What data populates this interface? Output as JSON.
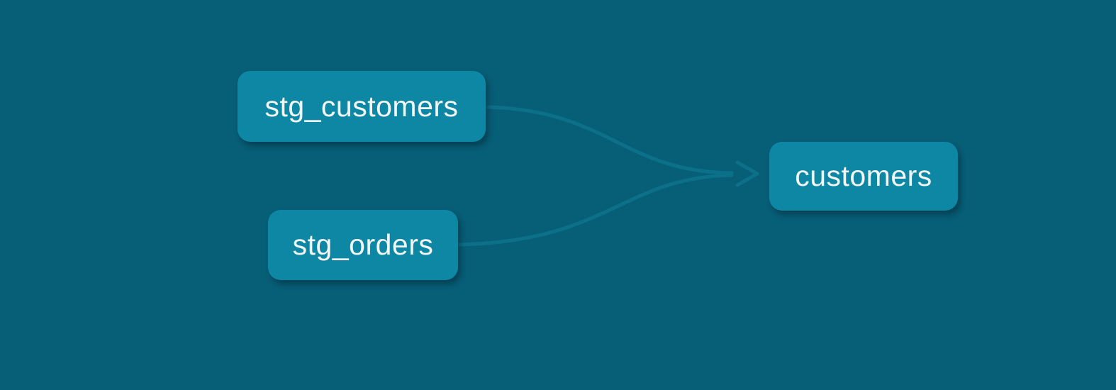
{
  "diagram": {
    "type": "lineage-graph",
    "colors": {
      "background": "#075e77",
      "node_fill": "#0e87a5",
      "node_text": "#f2f6f7",
      "edge": "#0d7089"
    }
  },
  "nodes": [
    {
      "id": "stg_customers",
      "label": "stg_customers"
    },
    {
      "id": "stg_orders",
      "label": "stg_orders"
    },
    {
      "id": "customers",
      "label": "customers"
    }
  ],
  "edges": [
    {
      "from": "stg_customers",
      "to": "customers"
    },
    {
      "from": "stg_orders",
      "to": "customers"
    }
  ]
}
